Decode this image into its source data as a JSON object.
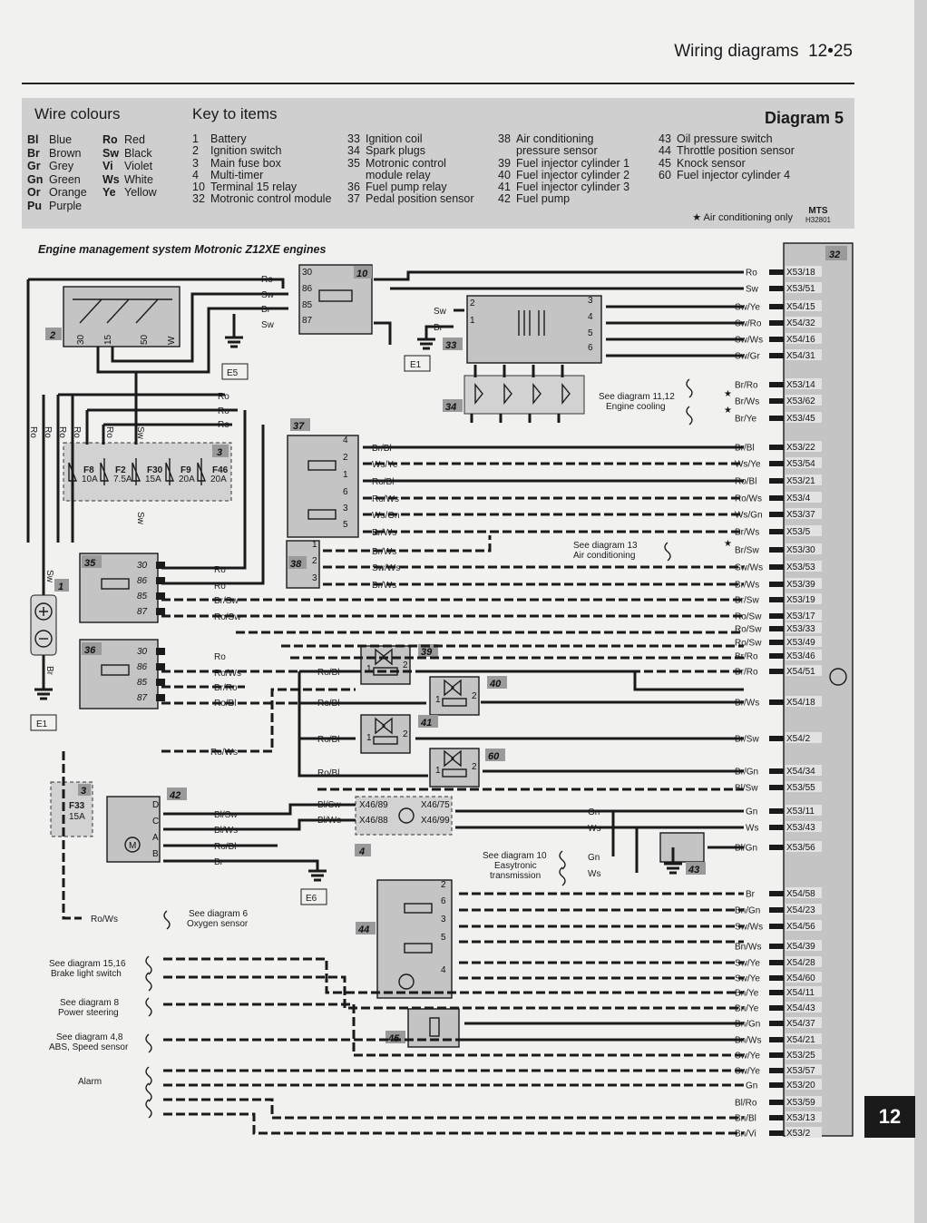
{
  "header": {
    "section": "Wiring diagrams",
    "page": "12•25"
  },
  "key_panel": {
    "wire_colours_title": "Wire colours",
    "key_title": "Key to items",
    "diagram_label": "Diagram 5",
    "colours_left": [
      {
        "code": "Bl",
        "name": "Blue"
      },
      {
        "code": "Br",
        "name": "Brown"
      },
      {
        "code": "Gr",
        "name": "Grey"
      },
      {
        "code": "Gn",
        "name": "Green"
      },
      {
        "code": "Or",
        "name": "Orange"
      },
      {
        "code": "Pu",
        "name": "Purple"
      }
    ],
    "colours_right": [
      {
        "code": "Ro",
        "name": "Red"
      },
      {
        "code": "Sw",
        "name": "Black"
      },
      {
        "code": "Vi",
        "name": "Violet"
      },
      {
        "code": "Ws",
        "name": "White"
      },
      {
        "code": "Ye",
        "name": "Yellow"
      }
    ],
    "key_col1": [
      {
        "n": "1",
        "t": "Battery"
      },
      {
        "n": "2",
        "t": "Ignition switch"
      },
      {
        "n": "3",
        "t": "Main fuse box"
      },
      {
        "n": "4",
        "t": "Multi-timer"
      },
      {
        "n": "10",
        "t": "Terminal 15 relay"
      },
      {
        "n": "32",
        "t": "Motronic control module"
      }
    ],
    "key_col2": [
      {
        "n": "33",
        "t": "Ignition coil"
      },
      {
        "n": "34",
        "t": "Spark plugs"
      },
      {
        "n": "35",
        "t": "Motronic control"
      },
      {
        "n": "",
        "t": "module relay"
      },
      {
        "n": "36",
        "t": "Fuel pump relay"
      },
      {
        "n": "37",
        "t": "Pedal position sensor"
      }
    ],
    "key_col3": [
      {
        "n": "38",
        "t": "Air conditioning"
      },
      {
        "n": "",
        "t": "pressure sensor"
      },
      {
        "n": "39",
        "t": "Fuel injector cylinder 1"
      },
      {
        "n": "40",
        "t": "Fuel injector cylinder 2"
      },
      {
        "n": "41",
        "t": "Fuel injector cylinder 3"
      },
      {
        "n": "42",
        "t": "Fuel pump"
      }
    ],
    "key_col4": [
      {
        "n": "43",
        "t": "Oil pressure switch"
      },
      {
        "n": "44",
        "t": "Throttle position sensor"
      },
      {
        "n": "45",
        "t": "Knock sensor"
      },
      {
        "n": "60",
        "t": "Fuel injector cylinder 4"
      }
    ],
    "ac_note": "★ Air conditioning only",
    "mts": "MTS",
    "mts_code": "H32801"
  },
  "diagram_title": "Engine management system Motronic Z12XE engines",
  "module_pins": [
    {
      "wire": "Ro",
      "pin": "X53/18"
    },
    {
      "wire": "Sw",
      "pin": "X53/51"
    },
    {
      "wire": "Sw/Ye",
      "pin": "X54/15"
    },
    {
      "wire": "Sw/Ro",
      "pin": "X54/32"
    },
    {
      "wire": "Sw/Ws",
      "pin": "X54/16"
    },
    {
      "wire": "Sw/Gr",
      "pin": "X54/31"
    },
    {
      "wire": "Br/Ro",
      "pin": "X53/14"
    },
    {
      "wire": "Br/Ws",
      "pin": "X53/62"
    },
    {
      "wire": "Br/Ye",
      "pin": "X53/45"
    },
    {
      "wire": "Br/Bl",
      "pin": "X53/22"
    },
    {
      "wire": "Ws/Ye",
      "pin": "X53/54"
    },
    {
      "wire": "Ro/Bl",
      "pin": "X53/21"
    },
    {
      "wire": "Ro/Ws",
      "pin": "X53/4"
    },
    {
      "wire": "Ws/Gn",
      "pin": "X53/37"
    },
    {
      "wire": "Br/Ws",
      "pin": "X53/5"
    },
    {
      "wire": "Br/Sw",
      "pin": "X53/30"
    },
    {
      "wire": "Sw/Ws",
      "pin": "X53/53"
    },
    {
      "wire": "Br/Ws",
      "pin": "X53/39"
    },
    {
      "wire": "Br/Sw",
      "pin": "X53/19"
    },
    {
      "wire": "Ro/Sw",
      "pin": "X53/17"
    },
    {
      "wire": "Ro/Sw",
      "pin": "X53/33"
    },
    {
      "wire": "Ro/Sw",
      "pin": "X53/49"
    },
    {
      "wire": "Br/Ro",
      "pin": "X53/46"
    },
    {
      "wire": "Br/Ro",
      "pin": "X54/51"
    },
    {
      "wire": "Br/Ws",
      "pin": "X54/18"
    },
    {
      "wire": "Br/Sw",
      "pin": "X54/2"
    },
    {
      "wire": "Br/Gn",
      "pin": "X54/34"
    },
    {
      "wire": "Bl/Sw",
      "pin": "X53/55"
    },
    {
      "wire": "Gn",
      "pin": "X53/11"
    },
    {
      "wire": "Ws",
      "pin": "X53/43"
    },
    {
      "wire": "Bl/Gn",
      "pin": "X53/56"
    },
    {
      "wire": "Br",
      "pin": "X54/58"
    },
    {
      "wire": "Bn/Gn",
      "pin": "X54/23"
    },
    {
      "wire": "Sw/Ws",
      "pin": "X54/56"
    },
    {
      "wire": "Bn/Ws",
      "pin": "X54/39"
    },
    {
      "wire": "Sw/Ye",
      "pin": "X54/28"
    },
    {
      "wire": "Sw/Ye",
      "pin": "X54/60"
    },
    {
      "wire": "Bn/Ye",
      "pin": "X54/11"
    },
    {
      "wire": "Bn/Ye",
      "pin": "X54/43"
    },
    {
      "wire": "Bn/Gn",
      "pin": "X54/37"
    },
    {
      "wire": "Bn/Ws",
      "pin": "X54/21"
    },
    {
      "wire": "Sw/Ye",
      "pin": "X53/25"
    },
    {
      "wire": "Sw/Ye",
      "pin": "X53/57"
    },
    {
      "wire": "Gn",
      "pin": "X53/20"
    },
    {
      "wire": "Bl/Ro",
      "pin": "X53/59"
    },
    {
      "wire": "Bn/Bl",
      "pin": "X53/13"
    },
    {
      "wire": "Bn/Vi",
      "pin": "X53/2"
    }
  ],
  "components": {
    "relay10": {
      "id": "10",
      "pins": [
        "30",
        "86",
        "85",
        "87"
      ]
    },
    "ign_switch": {
      "id": "2",
      "terms": [
        "30",
        "15",
        "50",
        "W"
      ]
    },
    "fusebox": {
      "id": "3",
      "fuses": [
        {
          "name": "F8",
          "rating": "10A"
        },
        {
          "name": "F2",
          "rating": "7.5A"
        },
        {
          "name": "F30",
          "rating": "15A"
        },
        {
          "name": "F9",
          "rating": "20A"
        },
        {
          "name": "F46",
          "rating": "20A"
        }
      ]
    },
    "fuse33": {
      "id": "3",
      "name": "F33",
      "rating": "15A"
    },
    "relay35": {
      "id": "35",
      "pins": [
        "30",
        "86",
        "85",
        "87"
      ]
    },
    "relay36": {
      "id": "36",
      "pins": [
        "30",
        "86",
        "85",
        "87"
      ]
    },
    "coil33": {
      "id": "33"
    },
    "plugs34": {
      "id": "34"
    },
    "pedal37": {
      "id": "37"
    },
    "ac38": {
      "id": "38"
    },
    "inj39": {
      "id": "39"
    },
    "inj40": {
      "id": "40"
    },
    "inj41": {
      "id": "41"
    },
    "inj60": {
      "id": "60"
    },
    "pump42": {
      "id": "42",
      "pins": [
        "D",
        "C",
        "A",
        "B"
      ]
    },
    "timer4": {
      "id": "4",
      "pins": [
        "X46/89",
        "X46/88",
        "X46/75",
        "X46/99"
      ]
    },
    "oil43": {
      "id": "43"
    },
    "tps44": {
      "id": "44"
    },
    "knock45": {
      "id": "45"
    },
    "module32": {
      "id": "32"
    },
    "battery1": {
      "id": "1"
    }
  },
  "grounds": [
    "E5",
    "E1",
    "E1",
    "E6"
  ],
  "cross_refs": [
    {
      "t1": "See diagram 11,12",
      "t2": "Engine cooling"
    },
    {
      "t1": "See diagram 13",
      "t2": "Air conditioning"
    },
    {
      "t1": "See diagram 10",
      "t2": "Easytronic",
      "t3": "transmission"
    },
    {
      "t1": "See diagram 6",
      "t2": "Oxygen sensor"
    },
    {
      "t1": "See diagram 15,16",
      "t2": "Brake light switch"
    },
    {
      "t1": "See diagram 8",
      "t2": "Power steering"
    },
    {
      "t1": "See diagram 4,8",
      "t2": "ABS, Speed sensor"
    },
    {
      "t1": "Alarm"
    }
  ],
  "labels": {
    "relay10_ro": "Ro",
    "relay10_sw1": "Sw",
    "relay10_br": "Br",
    "relay10_sw2": "Sw",
    "coil_sw": "Sw",
    "coil_br": "Br",
    "fuse_top": [
      "Ro",
      "Ro",
      "Ro"
    ],
    "left_vert": [
      "Ro",
      "Ro",
      "Ro",
      "Ro",
      "Ro",
      "Sw"
    ],
    "left_vert2": [
      "Sw",
      "Br"
    ],
    "fuse_sw": "Sw",
    "pedal": [
      "Br/Bl",
      "Ws/Ye",
      "Ro/Bl",
      "Ro/Ws",
      "Ws/Gn",
      "Br/Ws"
    ],
    "pedal_pins": [
      "4",
      "2",
      "1",
      "6",
      "3",
      "5"
    ],
    "ac": [
      "Br/Ws",
      "Sw/Ws",
      "Br/Ws"
    ],
    "ac_pins": [
      "1",
      "2",
      "3"
    ],
    "relay35": [
      "Ro",
      "Ro",
      "Br/Sw",
      "Ro/Sw"
    ],
    "relay36": [
      "Ro",
      "Ro/Ws",
      "Br/Ro",
      "Ro/Bl"
    ],
    "inj": [
      "Ro/Bl",
      "Ro/Bl",
      "Ro/Bl",
      "Ro/Bl"
    ],
    "inj_pins": [
      "1",
      "2"
    ],
    "rows_ws": "Ro/Ws",
    "pump": [
      "Bl/Sw",
      "Bl/Ws",
      "Ro/Bl",
      "Br"
    ],
    "timer": [
      "Bl/Sw",
      "Bl/Ws",
      "Gn",
      "Ws",
      "Gn",
      "Ws"
    ],
    "oxy": "Ro/Ws",
    "coil_pins": [
      "2",
      "1",
      "3",
      "4",
      "5",
      "6"
    ],
    "tps_pins": [
      "2",
      "6",
      "3",
      "5",
      "4"
    ],
    "ac_star": "★"
  },
  "side_tab": "12"
}
